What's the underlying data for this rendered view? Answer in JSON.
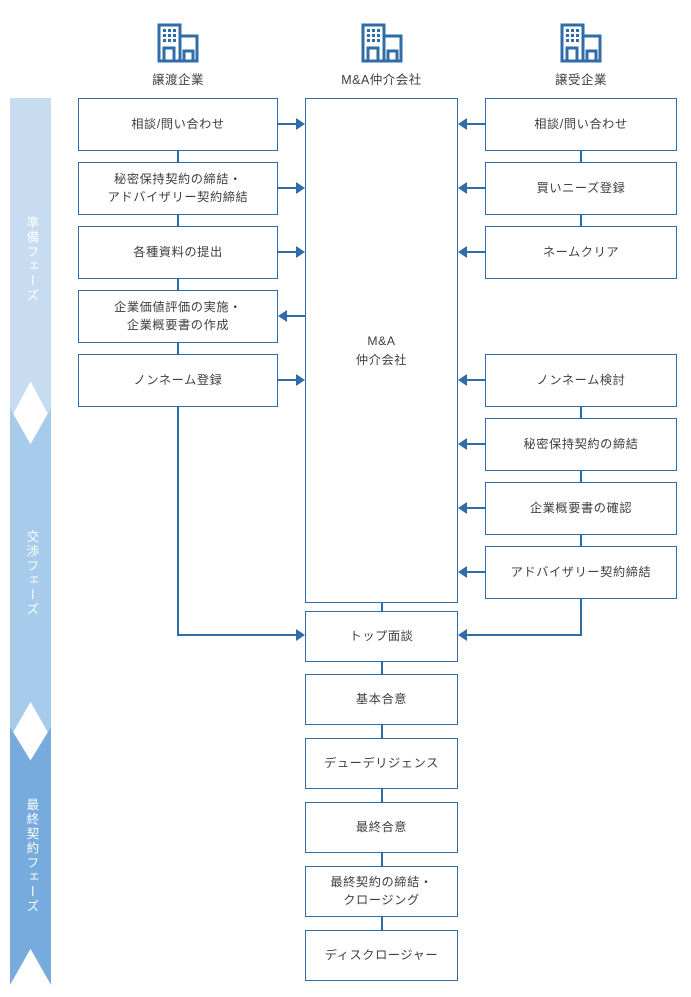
{
  "diagram": {
    "title": "M&A process flow",
    "accent_color": "#2f6ca8",
    "text_color": "#3f3f3f",
    "phase_colors": [
      "#c7dcf0",
      "#a6cbeb",
      "#77aadd"
    ]
  },
  "phases": [
    {
      "label": "準備フェーズ",
      "color": "#c7dcf0"
    },
    {
      "label": "交渉フェーズ",
      "color": "#a6cbeb"
    },
    {
      "label": "最終契約フェーズ",
      "color": "#77aadd"
    }
  ],
  "columns": {
    "left": {
      "icon": "building-icon",
      "label": "譲渡企業"
    },
    "center": {
      "icon": "building-icon",
      "label": "M&A仲介会社"
    },
    "right": {
      "icon": "building-icon",
      "label": "譲受企業"
    }
  },
  "left_steps": [
    {
      "text": "相談/問い合わせ",
      "arrow": "right"
    },
    {
      "text": "秘密保持契約の締結・\nアドバイザリー契約締結",
      "arrow": "right"
    },
    {
      "text": "各種資料の提出",
      "arrow": "right"
    },
    {
      "text": "企業価値評価の実施・\n企業概要書の作成",
      "arrow": "left"
    },
    {
      "text": "ノンネーム登録",
      "arrow": "right"
    }
  ],
  "right_steps": [
    {
      "text": "相談/問い合わせ",
      "arrow": "left"
    },
    {
      "text": "買いニーズ登録",
      "arrow": "left"
    },
    {
      "text": "ネームクリア",
      "arrow": "left"
    },
    {
      "text": "ノンネーム検討",
      "arrow": "left"
    },
    {
      "text": "秘密保持契約の締結",
      "arrow": "left"
    },
    {
      "text": "企業概要書の確認",
      "arrow": "left"
    },
    {
      "text": "アドバイザリー契約締結",
      "arrow": "left"
    }
  ],
  "center_hub": {
    "line1": "M&A",
    "line2": "仲介会社"
  },
  "center_steps": [
    {
      "text": "トップ面談"
    },
    {
      "text": "基本合意"
    },
    {
      "text": "デューデリジェンス"
    },
    {
      "text": "最終合意"
    },
    {
      "text": "最終契約の締結・\nクロージング"
    },
    {
      "text": "ディスクロージャー"
    }
  ]
}
